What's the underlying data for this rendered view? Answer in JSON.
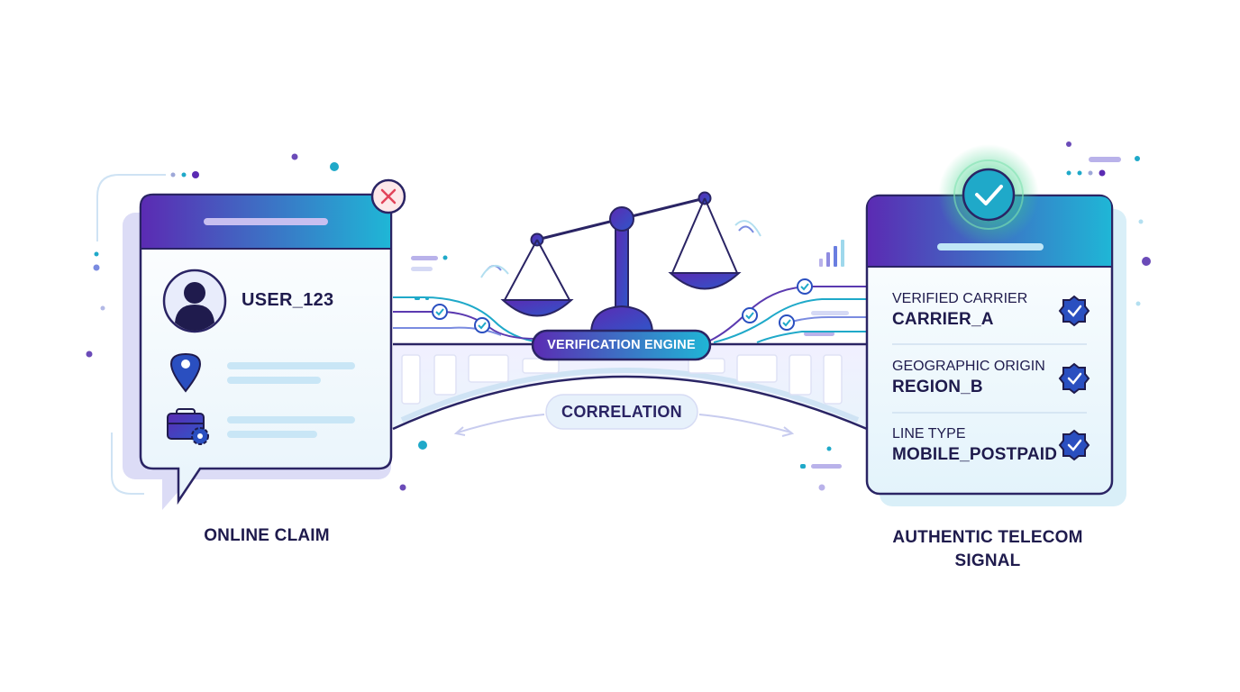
{
  "left_panel": {
    "username": "USER_123",
    "caption": "ONLINE CLAIM",
    "status_icon": "x-mark-icon",
    "icons": [
      "user-avatar-icon",
      "location-pin-icon",
      "briefcase-gear-icon"
    ]
  },
  "center": {
    "engine_label": "VERIFICATION ENGINE",
    "correlation_label": "CORRELATION",
    "icons": [
      "balance-scale-icon",
      "check-icon"
    ]
  },
  "right_panel": {
    "caption_line1": "AUTHENTIC TELECOM",
    "caption_line2": "SIGNAL",
    "status_icon": "check-mark-icon",
    "rows": [
      {
        "label": "VERIFIED CARRIER",
        "value": "CARRIER_A"
      },
      {
        "label": "GEOGRAPHIC ORIGIN",
        "value": "REGION_B"
      },
      {
        "label": "LINE TYPE",
        "value": "MOBILE_POSTPAID"
      }
    ]
  },
  "colors": {
    "purple": "#5b2bb3",
    "teal": "#1fb6d6",
    "navy": "#1f1b4d",
    "error_red": "#e2435a",
    "success_green": "#1fc36b"
  }
}
